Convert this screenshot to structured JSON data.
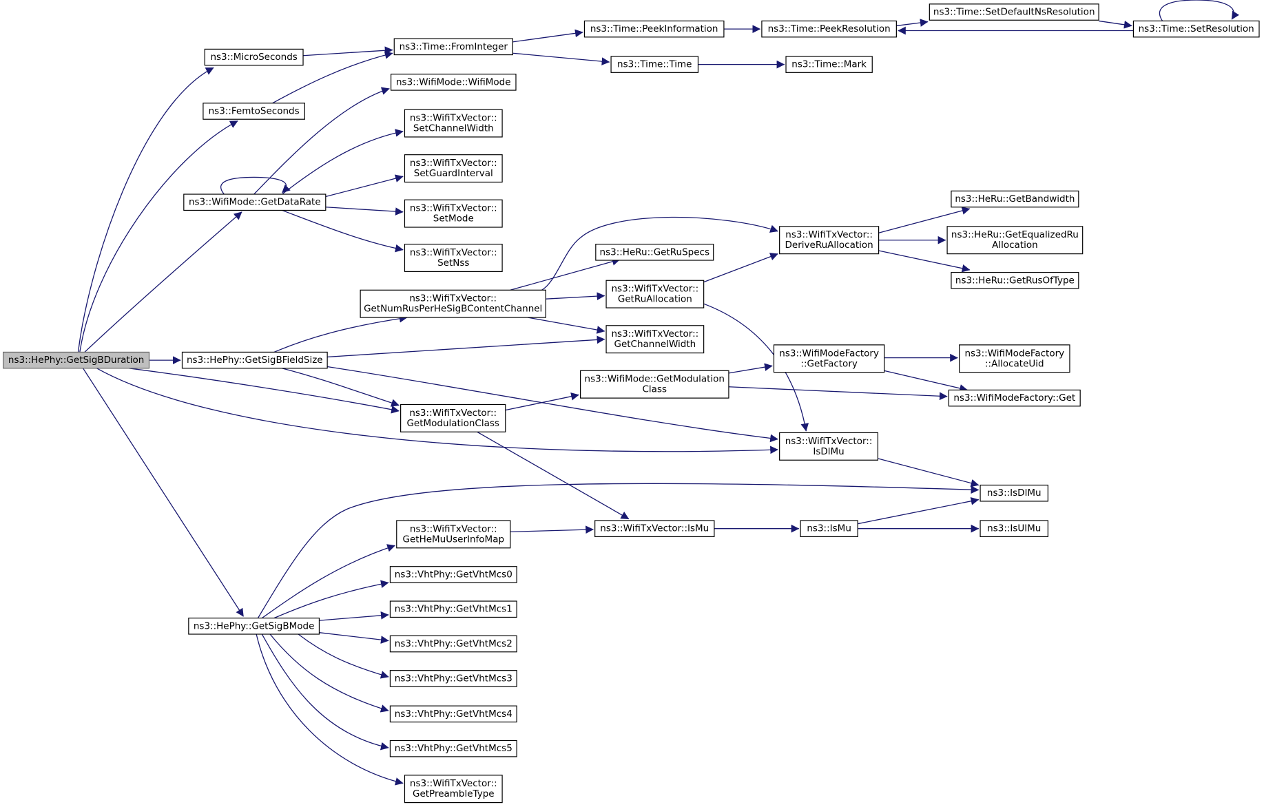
{
  "graph": {
    "type": "call-graph",
    "edge_color": "#191970",
    "root_fill": "#bfbfbf",
    "nodes": [
      {
        "id": "root",
        "lines": [
          "ns3::HePhy::GetSigBDuration"
        ],
        "root": true
      },
      {
        "id": "micro",
        "lines": [
          "ns3::MicroSeconds"
        ]
      },
      {
        "id": "femto",
        "lines": [
          "ns3::FemtoSeconds"
        ]
      },
      {
        "id": "fromint",
        "lines": [
          "ns3::Time::FromInteger"
        ]
      },
      {
        "id": "peekinfo",
        "lines": [
          "ns3::Time::PeekInformation"
        ]
      },
      {
        "id": "peekres",
        "lines": [
          "ns3::Time::PeekResolution"
        ]
      },
      {
        "id": "setdef",
        "lines": [
          "ns3::Time::SetDefaultNsResolution"
        ]
      },
      {
        "id": "setres",
        "lines": [
          "ns3::Time::SetResolution"
        ]
      },
      {
        "id": "timetime",
        "lines": [
          "ns3::Time::Time"
        ]
      },
      {
        "id": "mark",
        "lines": [
          "ns3::Time::Mark"
        ]
      },
      {
        "id": "wifimode",
        "lines": [
          "ns3::WifiMode::WifiMode"
        ]
      },
      {
        "id": "setcw",
        "lines": [
          "ns3::WifiTxVector::",
          "SetChannelWidth"
        ]
      },
      {
        "id": "setgi",
        "lines": [
          "ns3::WifiTxVector::",
          "SetGuardInterval"
        ]
      },
      {
        "id": "getdr",
        "lines": [
          "ns3::WifiMode::GetDataRate"
        ]
      },
      {
        "id": "setmode",
        "lines": [
          "ns3::WifiTxVector::",
          "SetMode"
        ]
      },
      {
        "id": "setnss",
        "lines": [
          "ns3::WifiTxVector::",
          "SetNss"
        ]
      },
      {
        "id": "getbw",
        "lines": [
          "ns3::HeRu::GetBandwidth"
        ]
      },
      {
        "id": "derive",
        "lines": [
          "ns3::WifiTxVector::",
          "DeriveRuAllocation"
        ]
      },
      {
        "id": "getequal",
        "lines": [
          "ns3::HeRu::GetEqualizedRu",
          "Allocation"
        ]
      },
      {
        "id": "getruspecs",
        "lines": [
          "ns3::HeRu::GetRuSpecs"
        ]
      },
      {
        "id": "getrusoftype",
        "lines": [
          "ns3::HeRu::GetRusOfType"
        ]
      },
      {
        "id": "getnumrus",
        "lines": [
          "ns3::WifiTxVector::",
          "GetNumRusPerHeSigBContentChannel"
        ]
      },
      {
        "id": "getrualloc",
        "lines": [
          "ns3::WifiTxVector::",
          "GetRuAllocation"
        ]
      },
      {
        "id": "getcw",
        "lines": [
          "ns3::WifiTxVector::",
          "GetChannelWidth"
        ]
      },
      {
        "id": "getsigbfs",
        "lines": [
          "ns3::HePhy::GetSigBFieldSize"
        ]
      },
      {
        "id": "getfactory",
        "lines": [
          "ns3::WifiModeFactory",
          "::GetFactory"
        ]
      },
      {
        "id": "allocuid",
        "lines": [
          "ns3::WifiModeFactory",
          "::AllocateUid"
        ]
      },
      {
        "id": "wmgetmc",
        "lines": [
          "ns3::WifiMode::GetModulation",
          "Class"
        ]
      },
      {
        "id": "wmfget",
        "lines": [
          "ns3::WifiModeFactory::Get"
        ]
      },
      {
        "id": "txgetmc",
        "lines": [
          "ns3::WifiTxVector::",
          "GetModulationClass"
        ]
      },
      {
        "id": "txisdlmu",
        "lines": [
          "ns3::WifiTxVector::",
          "IsDlMu"
        ]
      },
      {
        "id": "isdlmu",
        "lines": [
          "ns3::IsDlMu"
        ]
      },
      {
        "id": "getmuinfo",
        "lines": [
          "ns3::WifiTxVector::",
          "GetHeMuUserInfoMap"
        ]
      },
      {
        "id": "txismu",
        "lines": [
          "ns3::WifiTxVector::IsMu"
        ]
      },
      {
        "id": "ismu",
        "lines": [
          "ns3::IsMu"
        ]
      },
      {
        "id": "isulmu",
        "lines": [
          "ns3::IsUlMu"
        ]
      },
      {
        "id": "vht0",
        "lines": [
          "ns3::VhtPhy::GetVhtMcs0"
        ]
      },
      {
        "id": "vht1",
        "lines": [
          "ns3::VhtPhy::GetVhtMcs1"
        ]
      },
      {
        "id": "vht2",
        "lines": [
          "ns3::VhtPhy::GetVhtMcs2"
        ]
      },
      {
        "id": "getsigbmode",
        "lines": [
          "ns3::HePhy::GetSigBMode"
        ]
      },
      {
        "id": "vht3",
        "lines": [
          "ns3::VhtPhy::GetVhtMcs3"
        ]
      },
      {
        "id": "vht4",
        "lines": [
          "ns3::VhtPhy::GetVhtMcs4"
        ]
      },
      {
        "id": "vht5",
        "lines": [
          "ns3::VhtPhy::GetVhtMcs5"
        ]
      },
      {
        "id": "getpre",
        "lines": [
          "ns3::WifiTxVector::",
          "GetPreambleType"
        ]
      }
    ],
    "edges": [
      [
        "root",
        "micro"
      ],
      [
        "root",
        "femto"
      ],
      [
        "root",
        "getdr"
      ],
      [
        "root",
        "getsigbfs"
      ],
      [
        "root",
        "txgetmc"
      ],
      [
        "root",
        "txisdlmu"
      ],
      [
        "root",
        "getsigbmode"
      ],
      [
        "micro",
        "fromint"
      ],
      [
        "femto",
        "fromint"
      ],
      [
        "fromint",
        "peekinfo"
      ],
      [
        "fromint",
        "timetime"
      ],
      [
        "peekinfo",
        "peekres"
      ],
      [
        "peekres",
        "setdef"
      ],
      [
        "setdef",
        "setres"
      ],
      [
        "setres",
        "peekres"
      ],
      [
        "setres",
        "setres"
      ],
      [
        "timetime",
        "mark"
      ],
      [
        "getdr",
        "wifimode"
      ],
      [
        "getdr",
        "setcw"
      ],
      [
        "getdr",
        "setgi"
      ],
      [
        "getdr",
        "setmode"
      ],
      [
        "getdr",
        "setnss"
      ],
      [
        "getdr",
        "getdr"
      ],
      [
        "getsigbfs",
        "getnumrus"
      ],
      [
        "getsigbfs",
        "getcw"
      ],
      [
        "getsigbfs",
        "txgetmc"
      ],
      [
        "getsigbfs",
        "txisdlmu"
      ],
      [
        "getnumrus",
        "derive"
      ],
      [
        "getnumrus",
        "getruspecs"
      ],
      [
        "getnumrus",
        "getrualloc"
      ],
      [
        "getnumrus",
        "getcw"
      ],
      [
        "getrualloc",
        "derive"
      ],
      [
        "getrualloc",
        "txisdlmu"
      ],
      [
        "derive",
        "getbw"
      ],
      [
        "derive",
        "getequal"
      ],
      [
        "derive",
        "getrusoftype"
      ],
      [
        "txgetmc",
        "wmgetmc"
      ],
      [
        "txgetmc",
        "txismu"
      ],
      [
        "wmgetmc",
        "getfactory"
      ],
      [
        "wmgetmc",
        "wmfget"
      ],
      [
        "getfactory",
        "allocuid"
      ],
      [
        "getfactory",
        "wmfget"
      ],
      [
        "txisdlmu",
        "isdlmu"
      ],
      [
        "getsigbmode",
        "isdlmu"
      ],
      [
        "getsigbmode",
        "getmuinfo"
      ],
      [
        "getsigbmode",
        "vht0"
      ],
      [
        "getsigbmode",
        "vht1"
      ],
      [
        "getsigbmode",
        "vht2"
      ],
      [
        "getsigbmode",
        "vht3"
      ],
      [
        "getsigbmode",
        "vht4"
      ],
      [
        "getsigbmode",
        "vht5"
      ],
      [
        "getsigbmode",
        "getpre"
      ],
      [
        "getmuinfo",
        "txismu"
      ],
      [
        "txismu",
        "ismu"
      ],
      [
        "ismu",
        "isdlmu"
      ],
      [
        "ismu",
        "isulmu"
      ]
    ]
  }
}
